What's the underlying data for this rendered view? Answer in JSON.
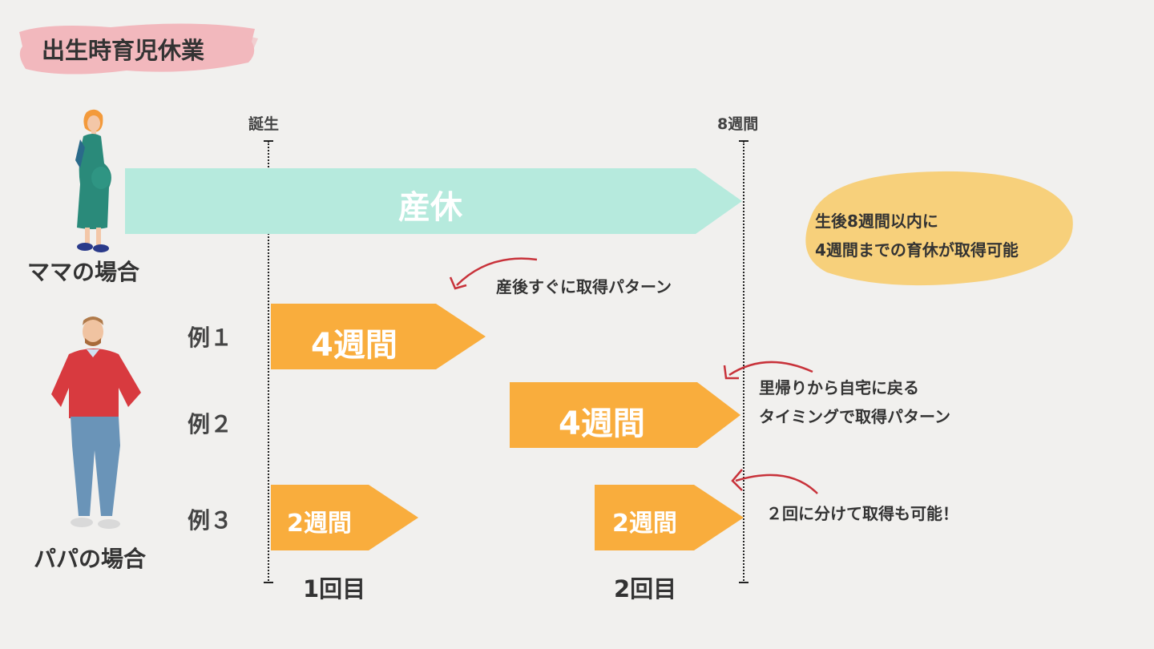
{
  "title": "出生時育児休業",
  "timeline": {
    "start_label": "誕生",
    "end_label": "8週間"
  },
  "maternity": {
    "bar_label": "産休",
    "person_label": "ママの場合",
    "color": "#b6eadd"
  },
  "paternity": {
    "person_label": "パパの場合",
    "bar_color": "#f9ad3d",
    "examples": [
      {
        "label": "例１",
        "bars": [
          "4週間"
        ]
      },
      {
        "label": "例２",
        "bars": [
          "4週間"
        ]
      },
      {
        "label": "例３",
        "bars": [
          "2週間",
          "2週間"
        ]
      }
    ],
    "round_labels": [
      "1回目",
      "2回目"
    ]
  },
  "notes": {
    "bubble": [
      "生後8週間以内に",
      "4週間までの育休が取得可能"
    ],
    "bubble_color": "#f7cc6e",
    "after_birth": "産後すぐに取得パターン",
    "return_home": [
      "里帰りから自宅に戻る",
      "タイミングで取得パターン"
    ],
    "split": "２回に分けて取得も可能！"
  },
  "accent_colors": {
    "title_brush": "#f2b8bd",
    "pointer_arrow": "#c8323a"
  }
}
